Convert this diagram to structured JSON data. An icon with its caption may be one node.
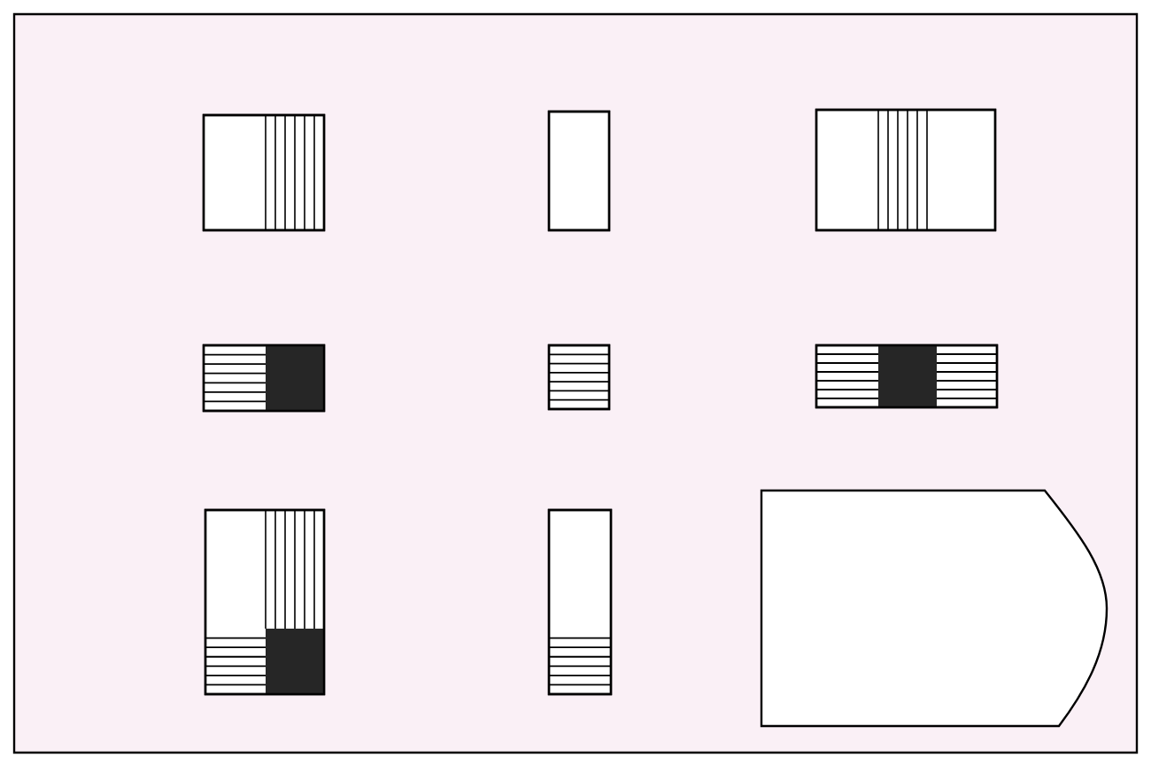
{
  "diagram": {
    "nodes": [
      {
        "text": [],
        "shape": "box"
      },
      {
        "text": [],
        "shape": "box"
      },
      {
        "text": [],
        "shape": "box"
      },
      {
        "text": [],
        "shape": "box"
      },
      {
        "text": [],
        "shape": "box"
      },
      {
        "text": [],
        "shape": "box"
      },
      {
        "text": [],
        "shape": "box"
      },
      {
        "text": [],
        "shape": "box"
      },
      {
        "text": [],
        "shape": "pentagon"
      }
    ]
  }
}
